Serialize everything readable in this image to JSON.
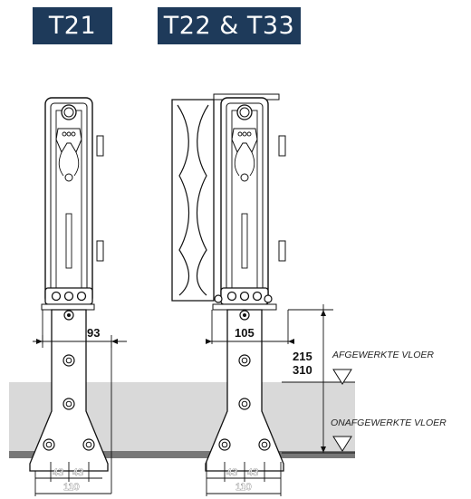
{
  "badges": {
    "single": "T21",
    "double": "T22 & T33"
  },
  "dimensions": {
    "single_width": "93",
    "double_width": "105",
    "height_low": "215",
    "height_high": "310",
    "hole_left": "43",
    "hole_right": "43",
    "foot_width": "110"
  },
  "floors": {
    "finished": "AFGEWERKTE VLOER",
    "unfinished": "ONAFGEWERKTE VLOER"
  },
  "colors": {
    "badge": "#1e3a5a",
    "floor_band": "#d9d9d9",
    "floor_base": "#777777"
  }
}
